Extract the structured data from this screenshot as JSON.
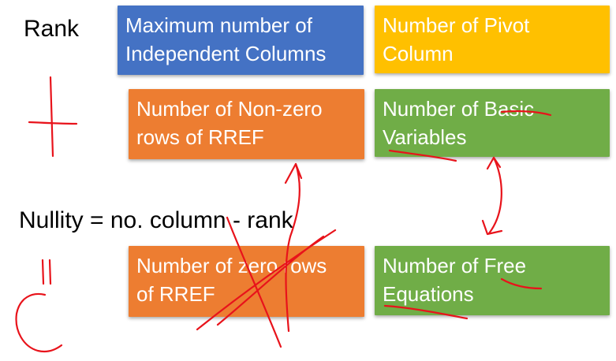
{
  "labels": {
    "rank": "Rank",
    "nullity": "Nullity = no. column - rank"
  },
  "boxes": {
    "max_independent_columns": {
      "line1": "Maximum number of",
      "line2": "Independent Columns",
      "color": "#4472c4"
    },
    "pivot_column": {
      "line1": "Number of Pivot",
      "line2": "Column",
      "color": "#ffc000"
    },
    "nonzero_rows": {
      "line1": "Number of Non-zero",
      "line2": "rows of RREF",
      "color": "#ed7d31"
    },
    "basic_variables": {
      "line1": "Number of Basic",
      "line2": "Variables",
      "color": "#70ad47"
    },
    "zero_rows": {
      "line1": "Number of zero rows",
      "line2": "of RREF",
      "color": "#ed7d31"
    },
    "free_equations": {
      "line1": "Number of Free",
      "line2": "Equations",
      "color": "#70ad47"
    }
  },
  "annotations": {
    "ink_color": "#e8131b"
  }
}
